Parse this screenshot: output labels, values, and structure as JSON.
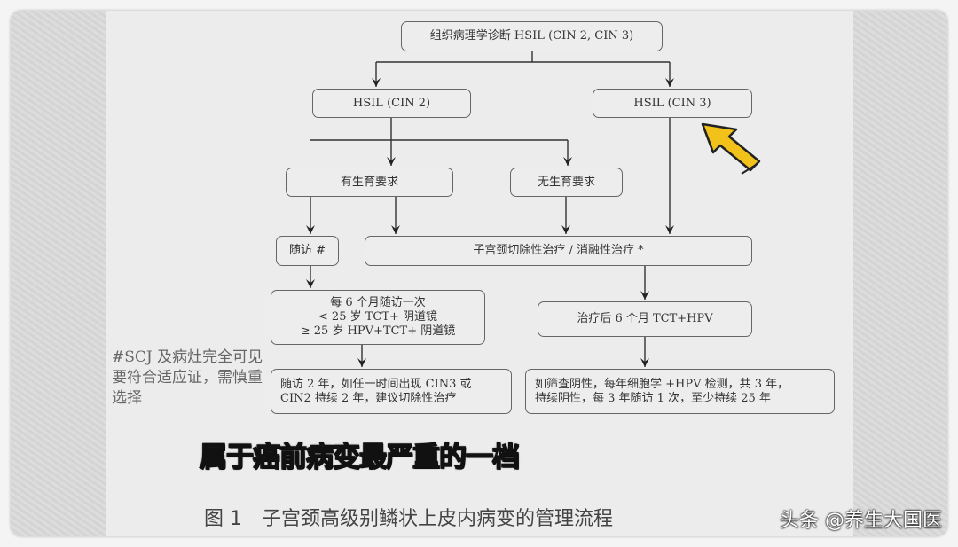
{
  "diagram": {
    "root": "组织病理学诊断 HSIL (CIN 2, CIN 3)",
    "cin2": "HSIL (CIN 2)",
    "cin3": "HSIL (CIN 3)",
    "fertility_yes": "有生育要求",
    "fertility_no": "无生育要求",
    "follow_up": "随访 #",
    "treatment": "子宫颈切除性治疗 / 消融性治疗 *",
    "follow_up_schedule": "每 6 个月随访一次\n< 25 岁 TCT+ 阴道镜\n≥ 25 岁 HPV+TCT+ 阴道镜",
    "post_treatment": "治疗后 6 个月 TCT+HPV",
    "follow_up_outcome": "随访 2 年，如任一时间出现 CIN3 或\nCIN2 持续 2 年，建议切除性治疗",
    "post_treatment_outcome": "如筛查阴性，每年细胞学 +HPV 检测，共 3 年，\n持续阴性，每 3 年随访 1 次，至少持续 25 年"
  },
  "footnote": "#SCJ 及病灶完全可见\n要符合适应证，需慎重选择",
  "caption": {
    "number": "图 1",
    "text": "子宫颈高级别鳞状上皮内病变的管理流程"
  },
  "subtitle": "属于癌前病变最严重的一档",
  "watermark": "头条 @养生大国医",
  "colors": {
    "highlight_arrow": "#f2c21b",
    "line": "#333333"
  }
}
